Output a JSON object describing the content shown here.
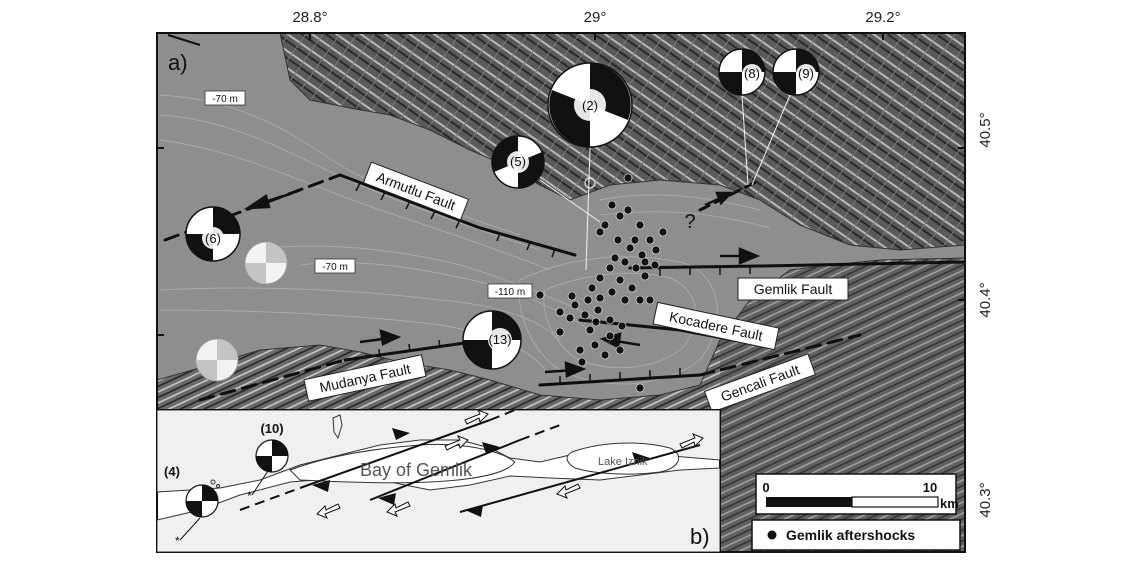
{
  "axes": {
    "top_ticks": [
      "28.8°",
      "29°",
      "29.2°"
    ],
    "right_ticks": [
      "40.5°",
      "40.4°",
      "40.3°"
    ]
  },
  "panels": {
    "a_label": "a)",
    "b_label": "b)"
  },
  "faults": {
    "armutlu": "Armutlu Fault",
    "gemlik": "Gemlik Fault",
    "kocadere": "Kocadere Fault",
    "mudanya": "Mudanya Fault",
    "gencali": "Gencali Fault",
    "question": "?"
  },
  "contours": {
    "c1": "-70 m",
    "c2": "-70 m",
    "c3": "-110 m"
  },
  "mechanisms": {
    "m2": "(2)",
    "m5": "(5)",
    "m6": "(6)",
    "m8": "(8)",
    "m9": "(9)",
    "m13": "(13)",
    "m10": "(10)",
    "m4": "(4)"
  },
  "inset": {
    "bay_label": "Bay of Gemlik",
    "lake_label": "Lake Iznik"
  },
  "scale": {
    "start": "0",
    "end": "10",
    "unit": "km"
  },
  "legend": {
    "aftershocks": "Gemlik aftershocks"
  },
  "colors": {
    "sea": "#8c8c8c",
    "land": "#5e5e5e",
    "inset_land": "#f0f0f0",
    "ink": "#111111"
  }
}
